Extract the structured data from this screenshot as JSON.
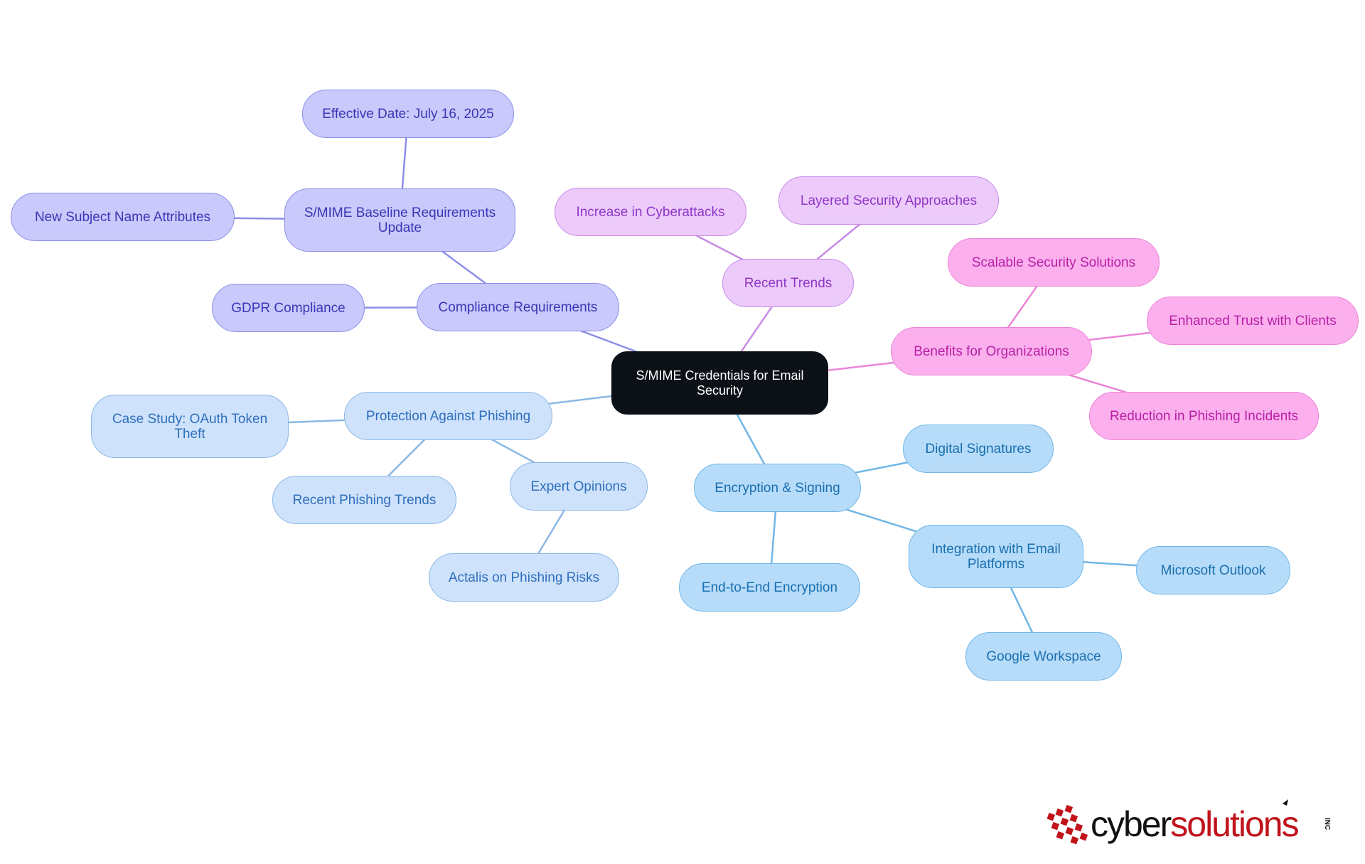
{
  "diagram": {
    "root": {
      "id": "root",
      "label": "S/MIME Credentials for Email\nSecurity"
    },
    "branches": [
      {
        "id": "compliance",
        "label": "Compliance Requirements",
        "color": "#8c8ee8",
        "fill": "#c9c9fb",
        "text": "#3a36b5",
        "children": [
          {
            "id": "baseline",
            "label": "S/MIME Baseline Requirements\nUpdate",
            "children": [
              {
                "id": "effective",
                "label": "Effective Date: July 16, 2025"
              },
              {
                "id": "subject",
                "label": "New Subject Name Attributes"
              }
            ]
          },
          {
            "id": "gdpr",
            "label": "GDPR Compliance"
          }
        ]
      },
      {
        "id": "trends",
        "label": "Recent Trends",
        "color": "#c98ae6",
        "fill": "#eccbfb",
        "text": "#8f36c7",
        "children": [
          {
            "id": "cyber",
            "label": "Increase in Cyberattacks"
          },
          {
            "id": "layered",
            "label": "Layered Security Approaches"
          }
        ]
      },
      {
        "id": "benefits",
        "label": "Benefits for Organizations",
        "color": "#ec84d8",
        "fill": "#fbb0ed",
        "text": "#b81fa6",
        "children": [
          {
            "id": "scalable",
            "label": "Scalable Security Solutions"
          },
          {
            "id": "trust",
            "label": "Enhanced Trust with Clients"
          },
          {
            "id": "reduction",
            "label": "Reduction in Phishing Incidents"
          }
        ]
      },
      {
        "id": "phishing",
        "label": "Protection Against Phishing",
        "color": "#8ab8e6",
        "fill": "#cfe2fb",
        "text": "#2e6fbd",
        "children": [
          {
            "id": "oauth",
            "label": "Case Study: OAuth Token\nTheft"
          },
          {
            "id": "recentph",
            "label": "Recent Phishing Trends"
          },
          {
            "id": "expert",
            "label": "Expert Opinions",
            "children": [
              {
                "id": "actalis",
                "label": "Actalis on Phishing Risks"
              }
            ]
          }
        ]
      },
      {
        "id": "encryption",
        "label": "Encryption & Signing",
        "color": "#70b6e6",
        "fill": "#b6dcfa",
        "text": "#1a6fae",
        "children": [
          {
            "id": "digsig",
            "label": "Digital Signatures"
          },
          {
            "id": "e2e",
            "label": "End-to-End Encryption"
          },
          {
            "id": "integration",
            "label": "Integration with Email\nPlatforms",
            "children": [
              {
                "id": "outlook",
                "label": "Microsoft Outlook"
              },
              {
                "id": "google",
                "label": "Google Workspace"
              }
            ]
          }
        ]
      }
    ]
  },
  "logo": {
    "brand_a": "cyber",
    "brand_b": "solutions",
    "suffix": "INC",
    "color_a": "#111111",
    "color_b": "#c0131b"
  }
}
